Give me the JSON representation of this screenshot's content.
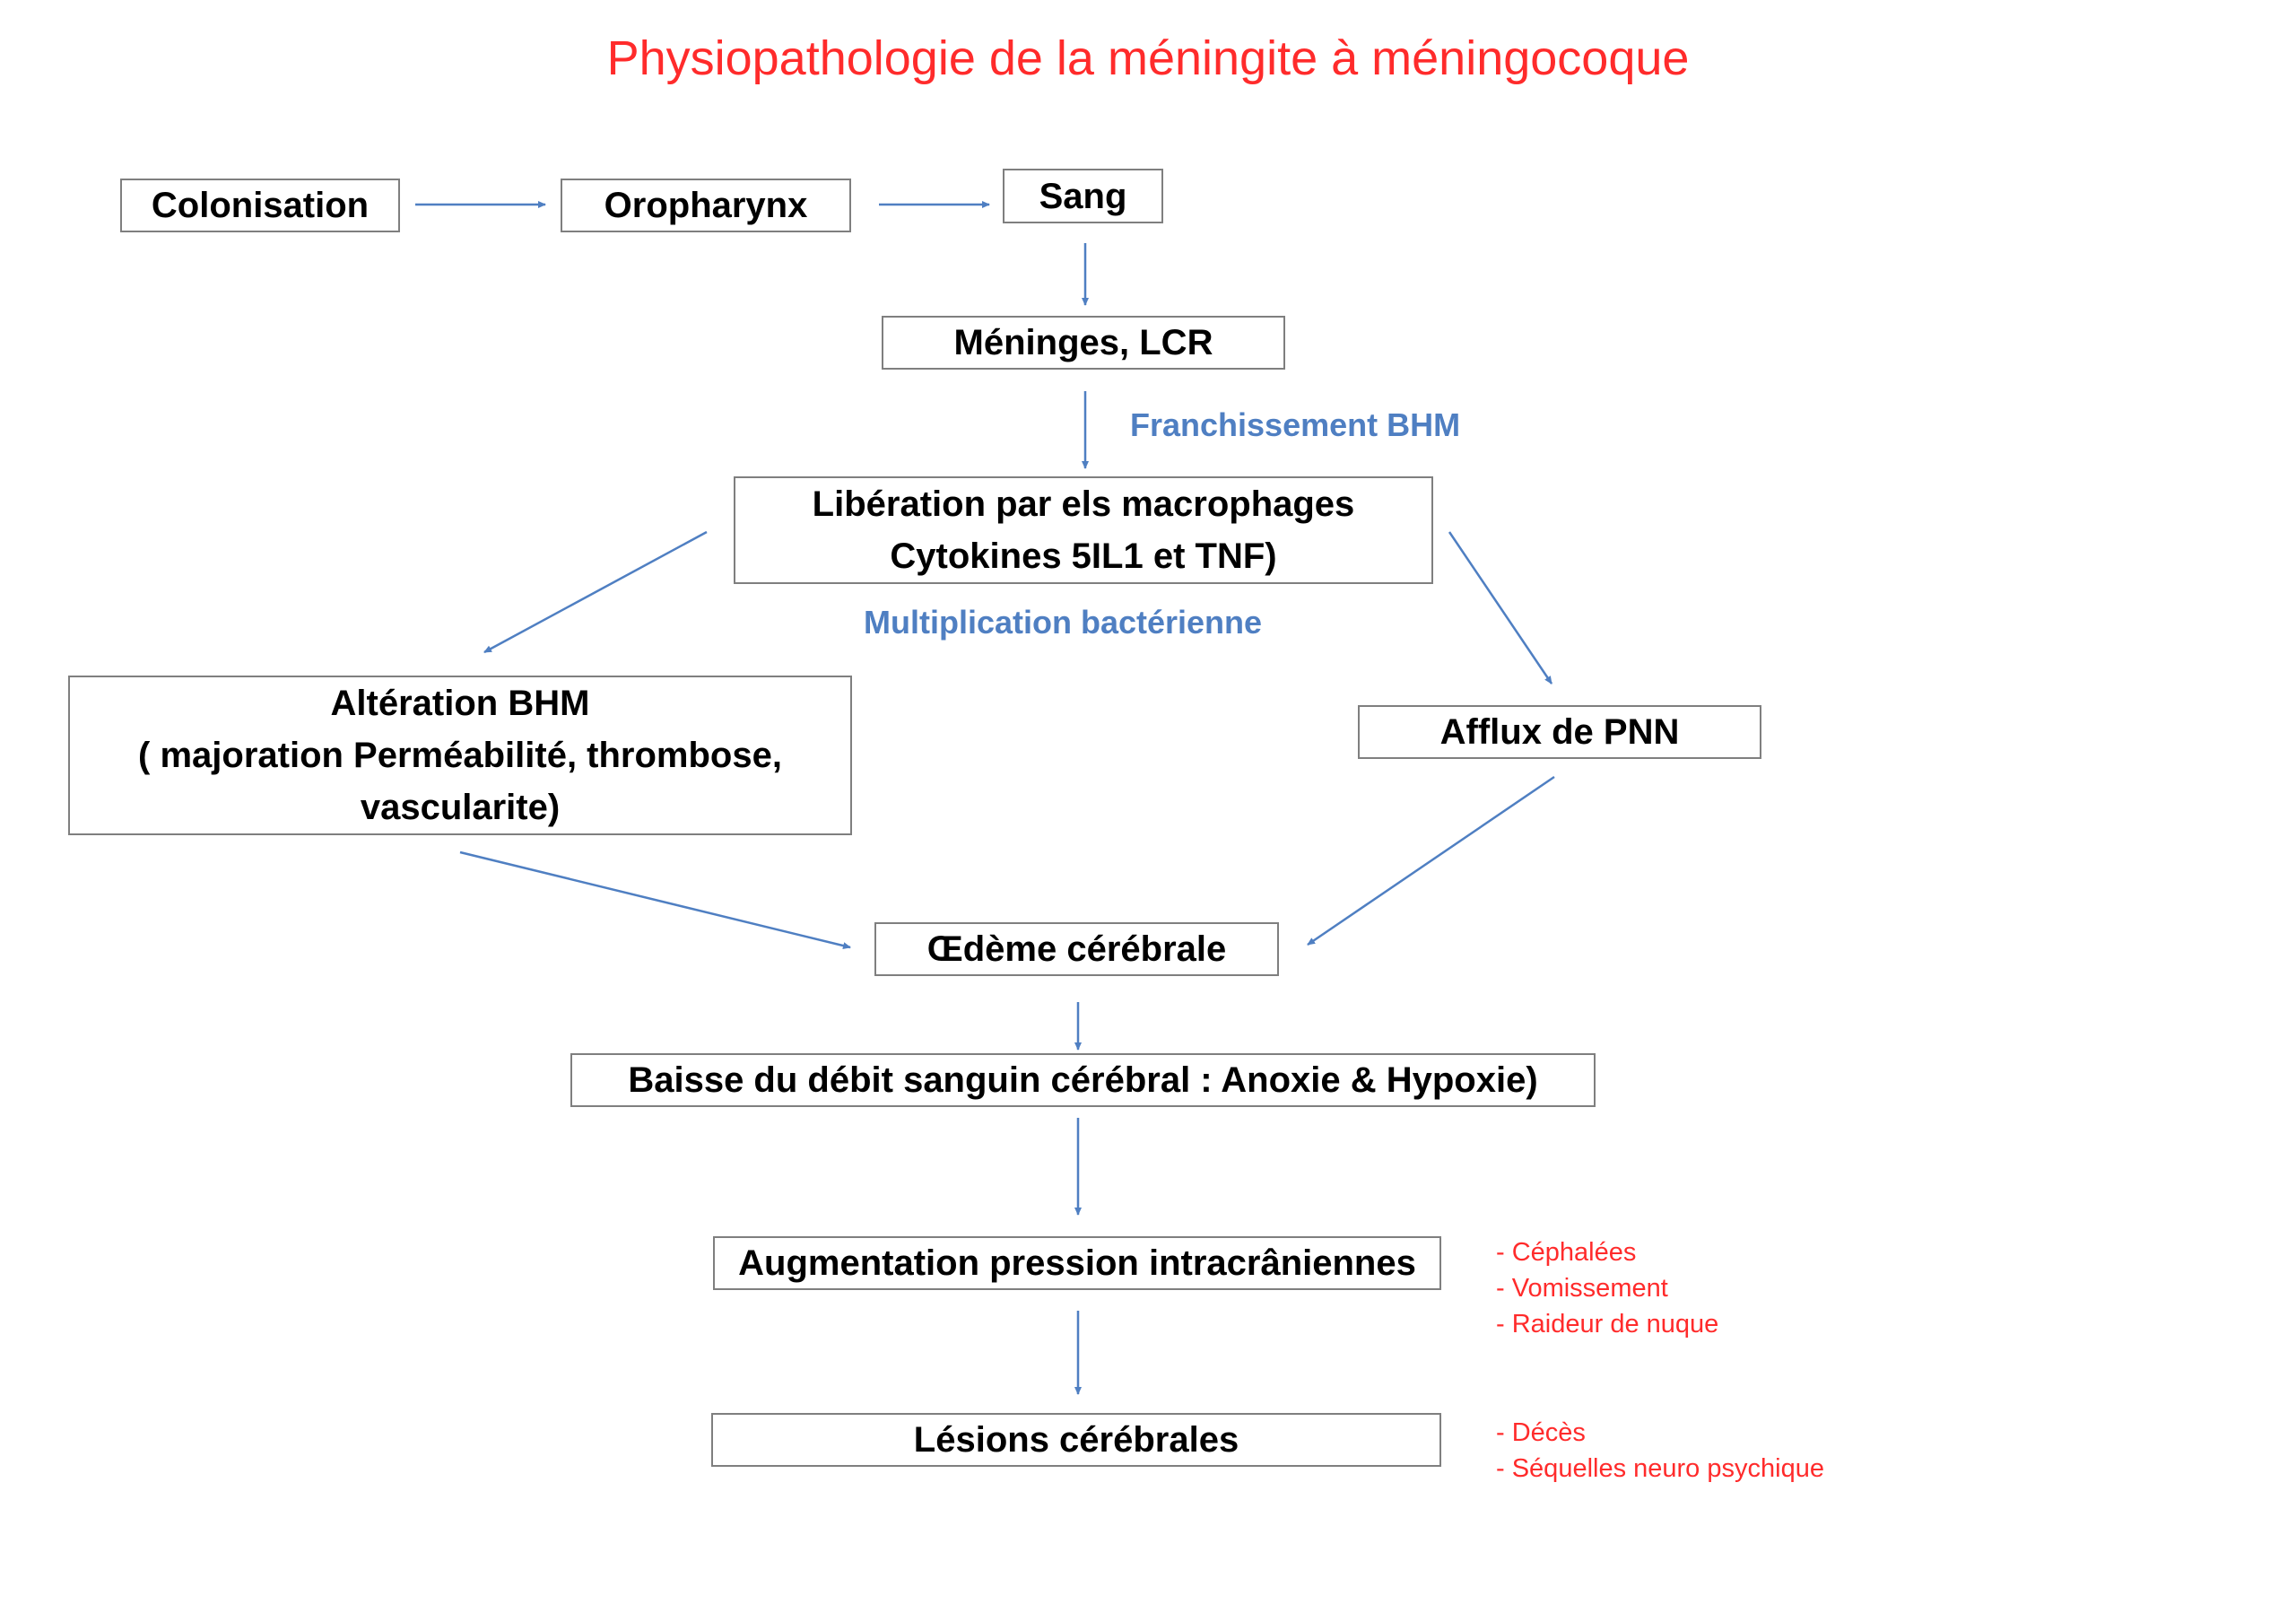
{
  "title": "Physiopathologie de la méningite à méningocoque",
  "nodes": {
    "colonisation": "Colonisation",
    "oropharynx": "Oropharynx",
    "sang": "Sang",
    "meninges": "Méninges, LCR",
    "liberation": [
      "Libération par els macrophages",
      "Cytokines 5IL1 et TNF)"
    ],
    "alteration": [
      "Altération BHM",
      "( majoration Perméabilité, thrombose,",
      "vascularite)"
    ],
    "afflux": "Afflux de PNN",
    "oedeme": "Œdème cérébrale",
    "baisse": "Baisse du débit sanguin cérébral : Anoxie & Hypoxie)",
    "augmentation": "Augmentation pression intracrâniennes",
    "lesions": "Lésions cérébrales"
  },
  "edge_labels": {
    "franchissement": "Franchissement BHM",
    "multiplication": "Multiplication bactérienne"
  },
  "notes": {
    "symptoms": [
      "- Céphalées",
      "- Vomissement",
      "- Raideur de nuque"
    ],
    "outcomes": [
      "- Décès",
      "- Séquelles neuro psychique"
    ]
  },
  "colors": {
    "title": "#ff2b2b",
    "arrow": "#4f7fc2",
    "edge_label": "#4f7fc2",
    "notes": "#ff2b2b",
    "box_border": "#7f7f7f"
  }
}
